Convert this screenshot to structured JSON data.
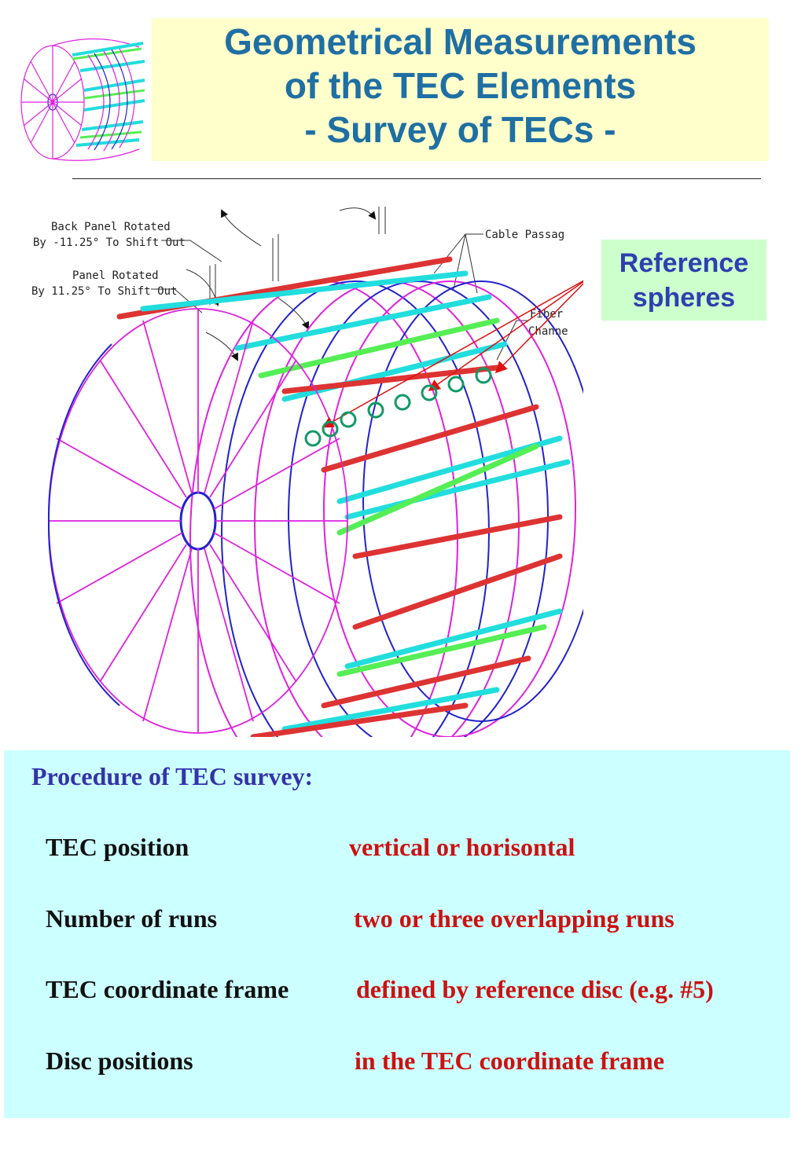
{
  "title": {
    "line1": "Geometrical Measurements",
    "line2": "of the TEC Elements",
    "line3": "- Survey of TECs -"
  },
  "drawing": {
    "labels": {
      "back_panel_1": "Back Panel Rotated",
      "back_panel_2": "By -11.25° To Shift Out",
      "panel_1": "Panel Rotated",
      "panel_2": "By 11.25° To Shift Out",
      "cable": "Cable Passag",
      "fiber_1": "Fiber",
      "fiber_2": "Channe"
    },
    "colors": {
      "magenta": "#dd22dd",
      "cyan": "#22dddd",
      "green": "#55ee55",
      "blue": "#2222cc",
      "red": "#dd3333",
      "sphere": "#119966"
    }
  },
  "reference_box": {
    "line1": "Reference",
    "line2": "spheres"
  },
  "procedure": {
    "heading": "Procedure of TEC survey:",
    "rows": [
      {
        "label": "TEC position",
        "value": "vertical or horisontal"
      },
      {
        "label": "Number of runs",
        "value": "two or three overlapping runs"
      },
      {
        "label": "TEC coordinate frame",
        "value": "defined by reference disc (e.g. #5)"
      },
      {
        "label": "Disc positions",
        "value": "in the TEC coordinate frame"
      }
    ]
  }
}
